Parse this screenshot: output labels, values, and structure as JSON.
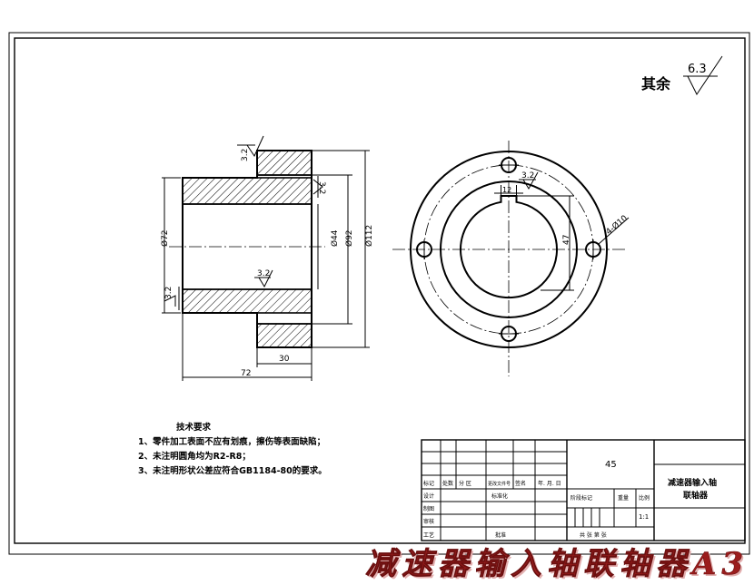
{
  "roughness": {
    "label": "其余",
    "global_value": "6.3",
    "local_value": "3.2"
  },
  "dimensions": {
    "d72": "Ø72",
    "d44": "Ø44",
    "d92": "Ø92",
    "d112": "Ø112",
    "len72": "72",
    "len30": "30",
    "key12": "12",
    "key47": "47",
    "holes": "4-Ø10"
  },
  "notes": {
    "title": "技术要求",
    "items": [
      "1、零件加工表面不应有划痕，擦伤等表面缺陷；",
      "2、未注明圆角均为R2-R8；",
      "3、未注明形状公差应符合GB1184-80的要求。"
    ]
  },
  "title_block": {
    "material": "45",
    "part_name_line1": "减速器输入轴",
    "part_name_line2": "联轴器",
    "scale": "1:1",
    "labels": {
      "mark": "标记",
      "count": "处数",
      "zone": "分 区",
      "doc_no": "更改文件号",
      "sign": "签名",
      "date": "年. 月. 日",
      "design": "设计",
      "standardize": "标准化",
      "draw": "制图",
      "review": "审核",
      "process": "工艺",
      "approve": "批准",
      "stage_mark": "阶段标记",
      "weight": "重量",
      "ratio": "比例",
      "sheets": "共  张  第  张"
    }
  },
  "caption": "减速器输入轴联轴器A3"
}
